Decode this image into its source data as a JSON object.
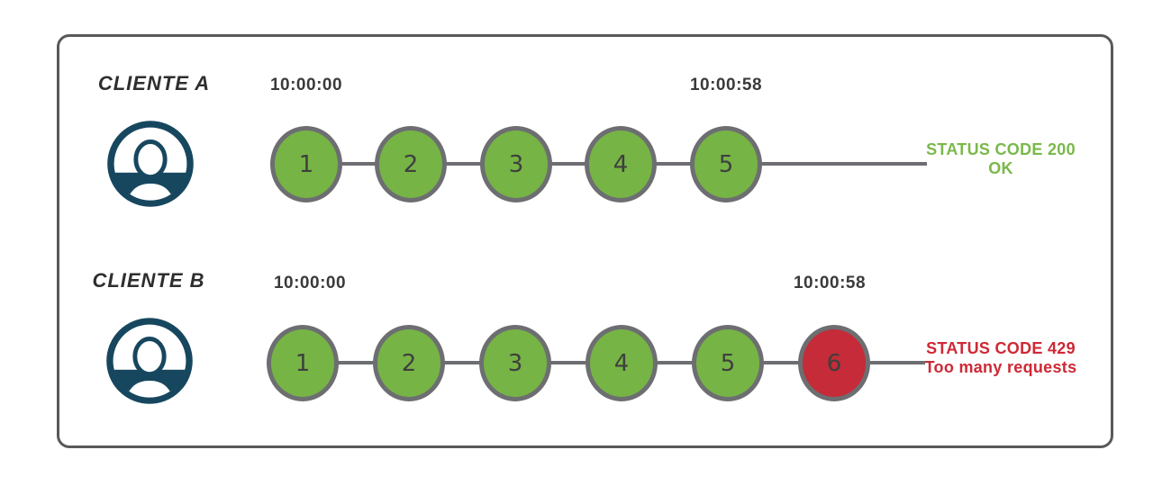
{
  "colors": {
    "background": "#ffffff",
    "frame-border": "#58595b",
    "node-green": "#76b445",
    "node-red": "#c52b38",
    "node-stroke": "#6d6e71",
    "connector": "#6d6e71",
    "status-green": "#7ab84b",
    "status-red": "#cd2936",
    "timestamp-text": "#3a3a3a",
    "label-text": "#2e2e2e",
    "avatar-navy": "#17475f"
  },
  "icons": {
    "client": "user-avatar-icon"
  },
  "clients": [
    {
      "label": "CLIENTE A",
      "start_time": "10:00:00",
      "end_time": "10:00:58",
      "requests": [
        "1",
        "2",
        "3",
        "4",
        "5"
      ],
      "request_states": [
        "success",
        "success",
        "success",
        "success",
        "success"
      ],
      "status_line1": "STATUS CODE 200",
      "status_line2": "OK",
      "status_type": "success"
    },
    {
      "label": "CLIENTE B",
      "start_time": "10:00:00",
      "end_time": "10:00:58",
      "requests": [
        "1",
        "2",
        "3",
        "4",
        "5",
        "6"
      ],
      "request_states": [
        "success",
        "success",
        "success",
        "success",
        "success",
        "blocked"
      ],
      "status_line1": "STATUS CODE 429",
      "status_line2": "Too many requests",
      "status_type": "error"
    }
  ]
}
